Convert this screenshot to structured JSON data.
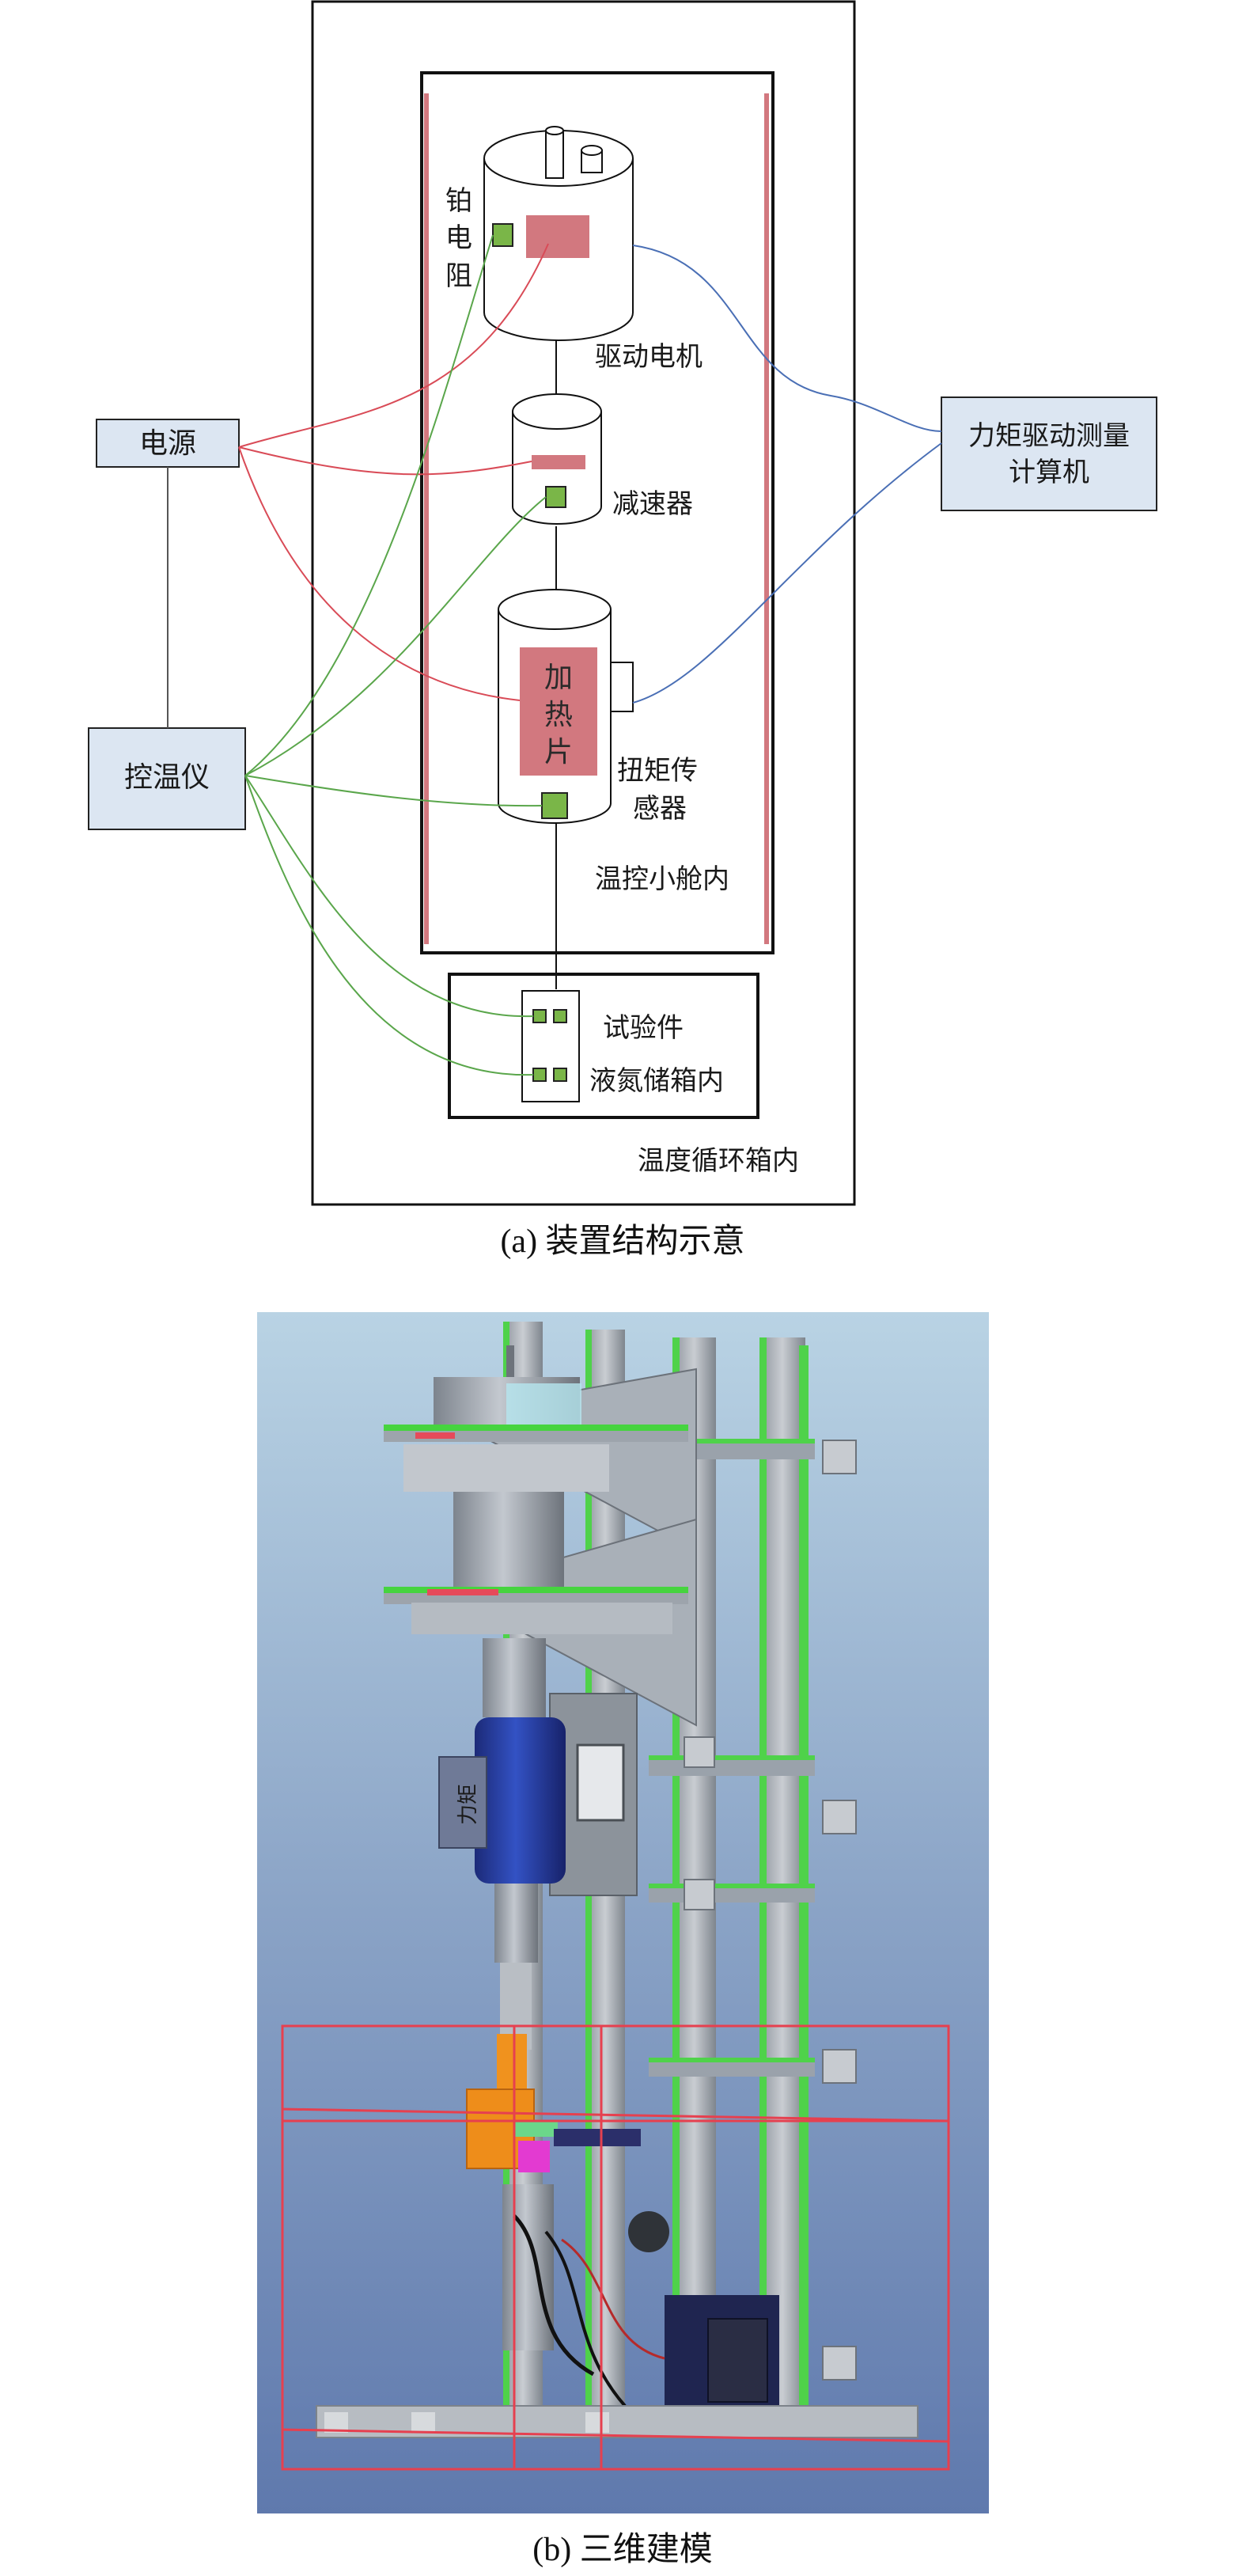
{
  "labels": {
    "power": "电源",
    "temp_controller": "控温仪",
    "computer_line1": "力矩驱动测量",
    "computer_line2": "计算机",
    "pt_resistor_1": "铂",
    "pt_resistor_2": "电",
    "pt_resistor_3": "阻",
    "motor": "驱动电机",
    "reducer": "减速器",
    "heater_1": "加",
    "heater_2": "热",
    "heater_3": "片",
    "torque_sensor_1": "扭矩传",
    "torque_sensor_2": "感器",
    "small_cabin": "温控小舱内",
    "specimen": "试验件",
    "ln2_tank": "液氮储箱内",
    "cycle_box": "温度循环箱内",
    "model_text": "力矩"
  },
  "captions": {
    "a": "(a)  装置结构示意",
    "b": "(b)  三维建模"
  },
  "colors": {
    "box_fill": "#dce6f2",
    "heater_fill": "#d2787f",
    "sensor_fill": "#7ab648",
    "red_wire": "#d94b57",
    "green_wire": "#5aa64b",
    "blue_wire": "#4a6fb5",
    "cabin_stripe": "#d2787f"
  }
}
